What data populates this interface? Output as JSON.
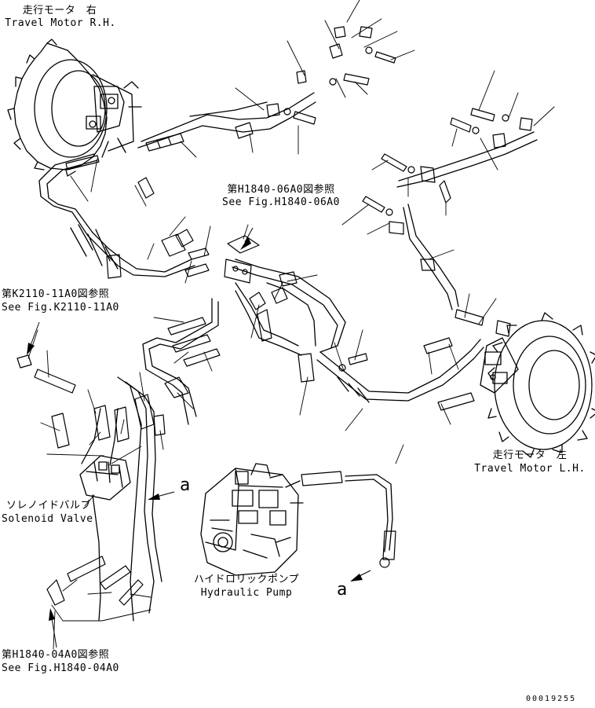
{
  "labels": {
    "motor_rh_jp": "走行モータ　右",
    "motor_rh_en": "Travel Motor R.H.",
    "ref_06a0_jp": "第H1840-06A0図参照",
    "ref_06a0_en": "See Fig.H1840-06A0",
    "ref_k2110_jp": "第K2110-11A0図参照",
    "ref_k2110_en": "See Fig.K2110-11A0",
    "solenoid_jp": "ソレノイドバルブ",
    "solenoid_en": "Solenoid Valve",
    "motor_lh_jp": "走行モータ　左",
    "motor_lh_en": "Travel Motor L.H.",
    "pump_jp": "ハイドロリックポンプ",
    "pump_en": "Hydraulic Pump",
    "ref_04a0_jp": "第H1840-04A0図参照",
    "ref_04a0_en": "See Fig.H1840-04A0",
    "view_letter_1": "a",
    "view_letter_2": "a",
    "serial": "00019255"
  }
}
